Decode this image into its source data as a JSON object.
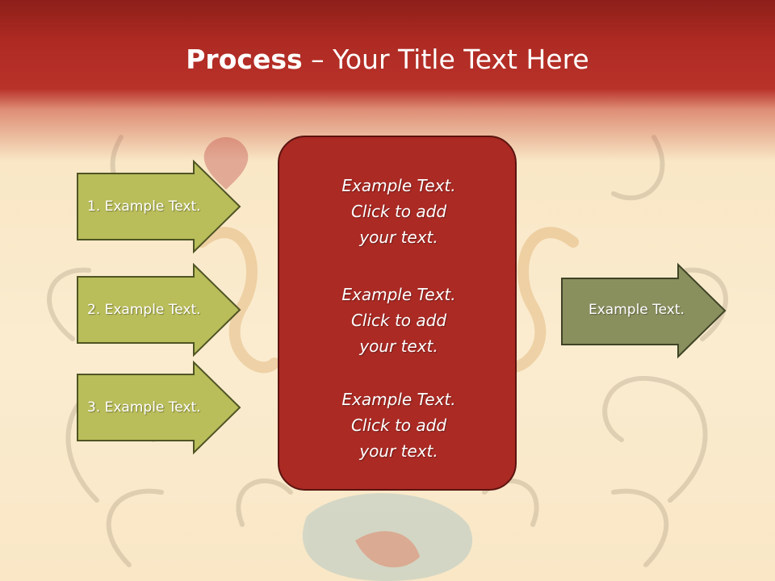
{
  "slide": {
    "title_bold": "Process",
    "title_rest": " – Your Title Text Here"
  },
  "inputs": [
    {
      "label": "1. Example Text."
    },
    {
      "label": "2. Example Text."
    },
    {
      "label": "3. Example Text."
    }
  ],
  "center": {
    "blocks": [
      {
        "lines": [
          "Example Text.",
          "Click  to add",
          "your text."
        ]
      },
      {
        "lines": [
          "Example Text.",
          "Click  to add",
          "your text."
        ]
      },
      {
        "lines": [
          "Example Text.",
          "Click  to add",
          "your text."
        ]
      }
    ]
  },
  "output": {
    "label": "Example Text."
  },
  "colors": {
    "title_band": "#b9322a",
    "center_box": "#ab2a24",
    "input_arrow": "#b9bd5a",
    "output_arrow": "#8a8f5e",
    "background": "#f8e6c3"
  }
}
